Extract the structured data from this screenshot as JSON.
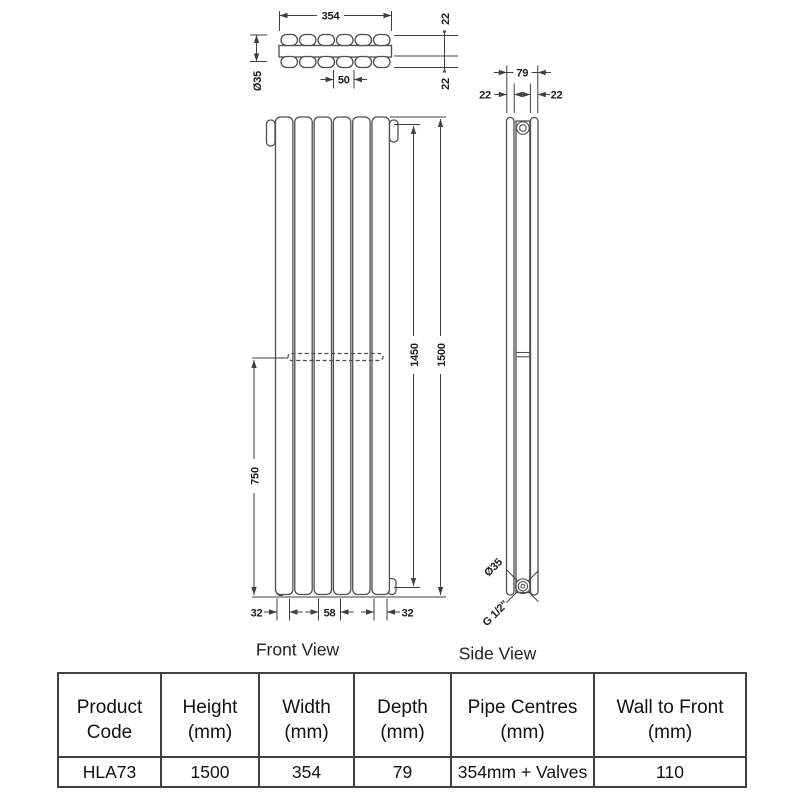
{
  "drawing": {
    "top_view": {
      "width": "354",
      "offset_top": "22",
      "offset_bottom": "22",
      "diameter": "Ø35",
      "pitch": "50"
    },
    "front_view": {
      "caption": "Front View",
      "height_overall": "1500",
      "pipe_height": "1450",
      "bracket_height": "750",
      "bottom_left": "32",
      "bottom_centre": "58",
      "bottom_right": "32"
    },
    "side_view": {
      "caption": "Side View",
      "depth": "79",
      "front_offset": "22",
      "rear_offset": "22",
      "valve_diameter": "Ø35",
      "thread": "G 1/2\""
    }
  },
  "table": {
    "columns": [
      {
        "line1": "Product",
        "line2": "Code"
      },
      {
        "line1": "Height",
        "line2": "(mm)"
      },
      {
        "line1": "Width",
        "line2": "(mm)"
      },
      {
        "line1": "Depth",
        "line2": "(mm)"
      },
      {
        "line1": "Pipe Centres",
        "line2": "(mm)"
      },
      {
        "line1": "Wall to Front",
        "line2": "(mm)"
      }
    ],
    "row": [
      "HLA73",
      "1500",
      "354",
      "79",
      "354mm + Valves",
      "110"
    ]
  },
  "colors": {
    "line": "#4f4f4f",
    "dimension": "#3f3f3f",
    "text": "#111111",
    "background": "#ffffff"
  }
}
